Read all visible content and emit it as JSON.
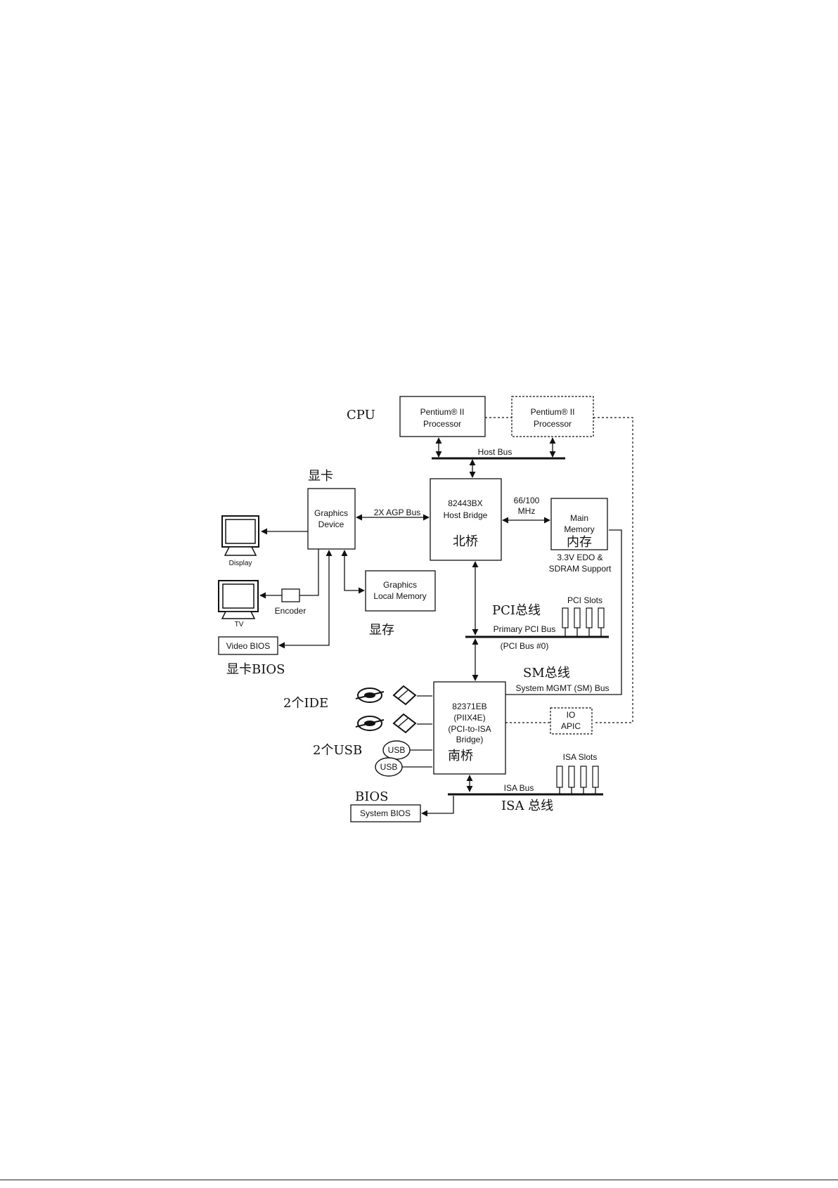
{
  "labels": {
    "cpu_cn": "CPU",
    "cpu1_line1": "Pentium® II",
    "cpu1_line2": "Processor",
    "cpu2_line1": "Pentium® II",
    "cpu2_line2": "Processor",
    "host_bus": "Host Bus",
    "graphics_cn": "显卡",
    "graphics_line1": "Graphics",
    "graphics_line2": "Device",
    "agp_bus": "2X AGP Bus",
    "nb_line1": "82443BX",
    "nb_line2": "Host Bridge",
    "nb_cn": "北桥",
    "freq_line1": "66/100",
    "freq_line2": "MHz",
    "mem_line1": "Main",
    "mem_line2": "Memory",
    "mem_cn": "内存",
    "mem_note1": "3.3V EDO &",
    "mem_note2": "SDRAM Support",
    "display": "Display",
    "tv": "TV",
    "encoder": "Encoder",
    "glm_line1": "Graphics",
    "glm_line2": "Local Memory",
    "vram_cn": "显存",
    "video_bios": "Video BIOS",
    "video_bios_cn": "显卡BIOS",
    "pci_cn": "PCI总线",
    "pci_slots": "PCI Slots",
    "primary_pci": "Primary PCI Bus",
    "pci_bus0": "(PCI Bus #0)",
    "sm_cn": "SM总线",
    "sm_bus": "System MGMT (SM) Bus",
    "ide_cn": "2个IDE",
    "usb_cn": "2个USB",
    "usb1": "USB",
    "usb2": "USB",
    "sb_line1": "82371EB",
    "sb_line2": "(PIIX4E)",
    "sb_line3": "(PCI-to-ISA",
    "sb_line4": "Bridge)",
    "sb_cn": "南桥",
    "io_line1": "IO",
    "io_line2": "APIC",
    "isa_slots": "ISA Slots",
    "isa_bus": "ISA Bus",
    "isa_cn": "ISA 总线",
    "bios_cn": "BIOS",
    "system_bios": "System BIOS"
  }
}
